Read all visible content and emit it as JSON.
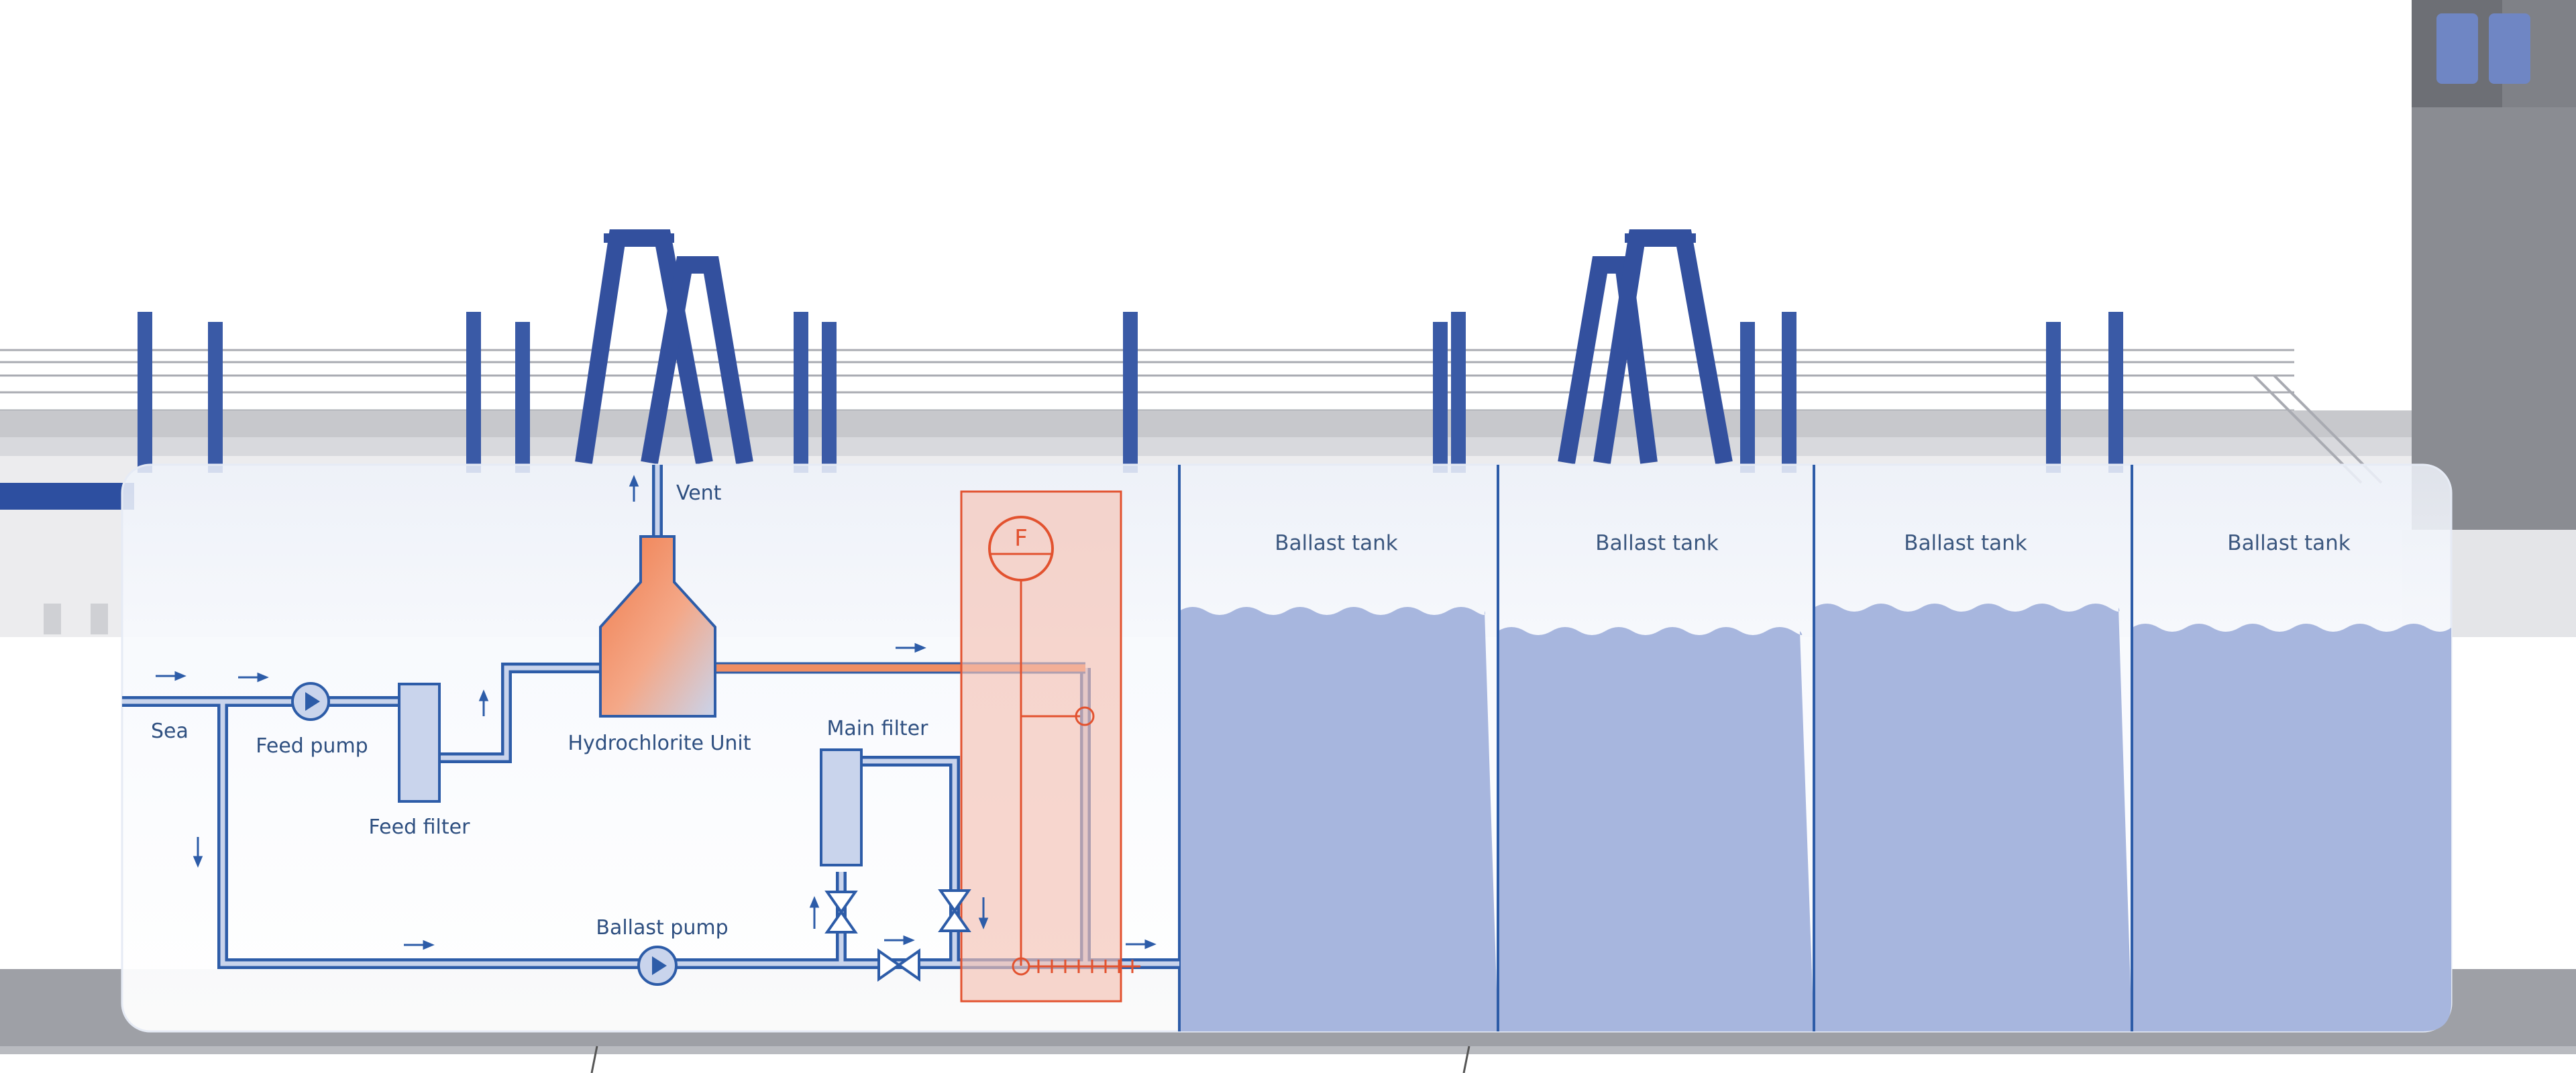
{
  "labels": {
    "vent": "Vent",
    "sea": "Sea",
    "feed_pump": "Feed pump",
    "feed_filter": "Feed filter",
    "hydrochlorite_unit": "Hydrochlorite Unit",
    "main_filter": "Main filter",
    "ballast_pump": "Ballast pump",
    "flow_meter": "F"
  },
  "ballast_tanks": [
    {
      "label": "Ballast tank"
    },
    {
      "label": "Ballast tank"
    },
    {
      "label": "Ballast tank"
    },
    {
      "label": "Ballast tank"
    }
  ],
  "colors": {
    "pipe": "#2d5ca8",
    "pipe_fill": "#c9d4ec",
    "water": "#a7b6de",
    "dosing": "#e2522f",
    "dosing_box": "#f4c2b3",
    "hydro_unit": "#f08e63",
    "ship_structure": "#3a5aa6",
    "hull": "#9ea0a6"
  }
}
